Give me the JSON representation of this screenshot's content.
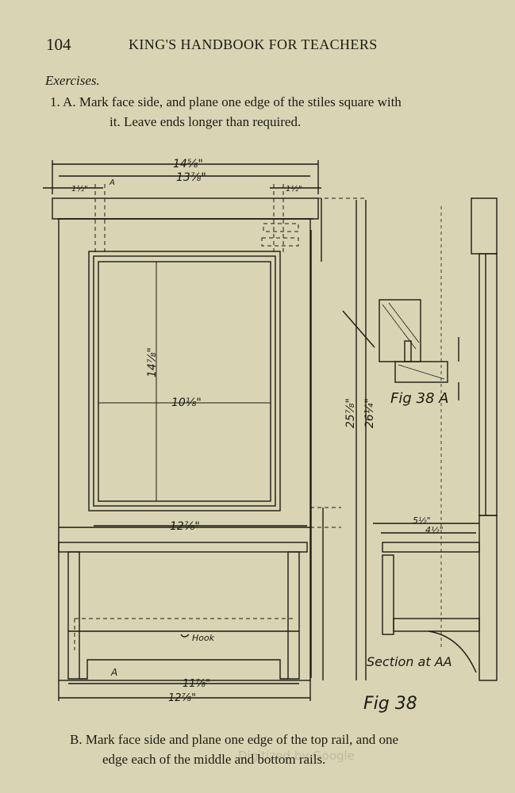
{
  "header": {
    "page_number": "104",
    "running_title": "KING'S HANDBOOK FOR TEACHERS"
  },
  "section_title": "Exercises.",
  "exercise_a": {
    "line1": "1. A. Mark face side, and plane one edge of the stiles square with",
    "line2": "it. Leave ends longer than required."
  },
  "exercise_b": {
    "line1": "B. Mark face side and plane one edge of the top rail, and one",
    "line2": "edge each of the middle and bottom rails."
  },
  "figure": {
    "dim_overall_width": "14⅝\"",
    "dim_top_width": "13⅞\"",
    "dim_left_small": "1½\"",
    "dim_a_label": "A",
    "dim_right_small": "1½\"",
    "dim_height_pane": "14⅞\"",
    "dim_width_pane": "10⅛\"",
    "dim_shelf": "12⅞\"",
    "dim_total_height_1": "25⅞\"",
    "dim_total_height_2": "26¼\"",
    "dim_bottom_inner": "11⅞\"",
    "dim_bottom_outer": "12⅞\"",
    "hook_label": "Hook",
    "a_bottom": "A",
    "fig38a_label": "Fig 38 A",
    "section_label": "Section at AA",
    "fig38_label": "Fig 38",
    "dim_side_1": "5½\"",
    "dim_side_2": "4½\""
  },
  "watermark": "Digitized by Google"
}
